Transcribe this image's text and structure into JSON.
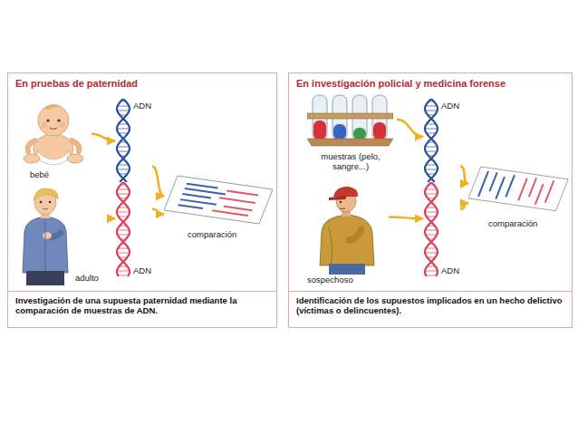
{
  "diagram": {
    "nodes": [
      {
        "text": [
          "En pruebas de paternidad",
          "Investigación de una supuesta paternidad mediante la comparación de muestras de ADN."
        ]
      },
      {
        "text": [
          "bebé"
        ],
        "in": 0
      },
      {
        "text": [
          "adulto"
        ],
        "in": 0
      },
      {
        "text": [
          "ADN"
        ],
        "in": 0
      },
      {
        "text": [
          "ADN"
        ],
        "in": 0
      },
      {
        "text": [
          "comparación"
        ],
        "in": 0
      },
      {
        "text": [
          "En investigación policial y medicina forense",
          "Identificación de los supuestos implicados en un hecho delictivo (víctimas o delincuentes)."
        ]
      },
      {
        "text": [
          "muestras (pelo, sangre...)"
        ],
        "in": 6
      },
      {
        "text": [
          "sospechoso"
        ],
        "in": 6
      },
      {
        "text": [
          "ADN"
        ],
        "in": 6
      },
      {
        "text": [
          "ADN"
        ],
        "in": 6
      },
      {
        "text": [
          "comparación"
        ],
        "in": 6
      }
    ],
    "edges": [
      {
        "from": 1,
        "to": 3,
        "arrow": "to"
      },
      {
        "from": 2,
        "to": 4,
        "arrow": "to"
      },
      {
        "from": 3,
        "to": 5,
        "arrow": "to"
      },
      {
        "from": 4,
        "to": 5,
        "arrow": "to"
      },
      {
        "from": 7,
        "to": 9,
        "arrow": "to"
      },
      {
        "from": 8,
        "to": 10,
        "arrow": "to"
      },
      {
        "from": 9,
        "to": 11,
        "arrow": "to"
      },
      {
        "from": 10,
        "to": 11,
        "arrow": "to"
      }
    ]
  }
}
